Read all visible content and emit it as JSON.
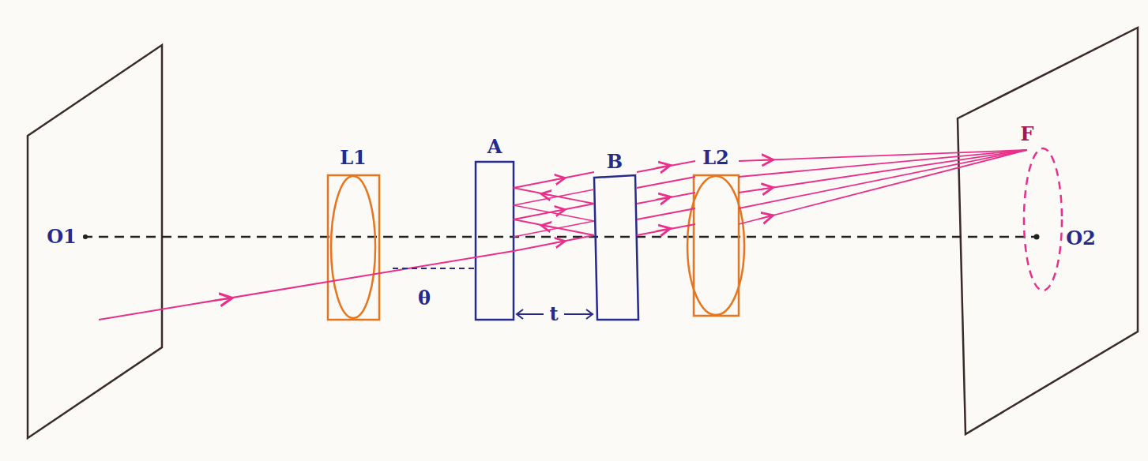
{
  "diagram": {
    "labels": [
      "L1",
      "A",
      "B",
      "L2",
      "F",
      "O1",
      "O2",
      "θ",
      "t"
    ]
  }
}
